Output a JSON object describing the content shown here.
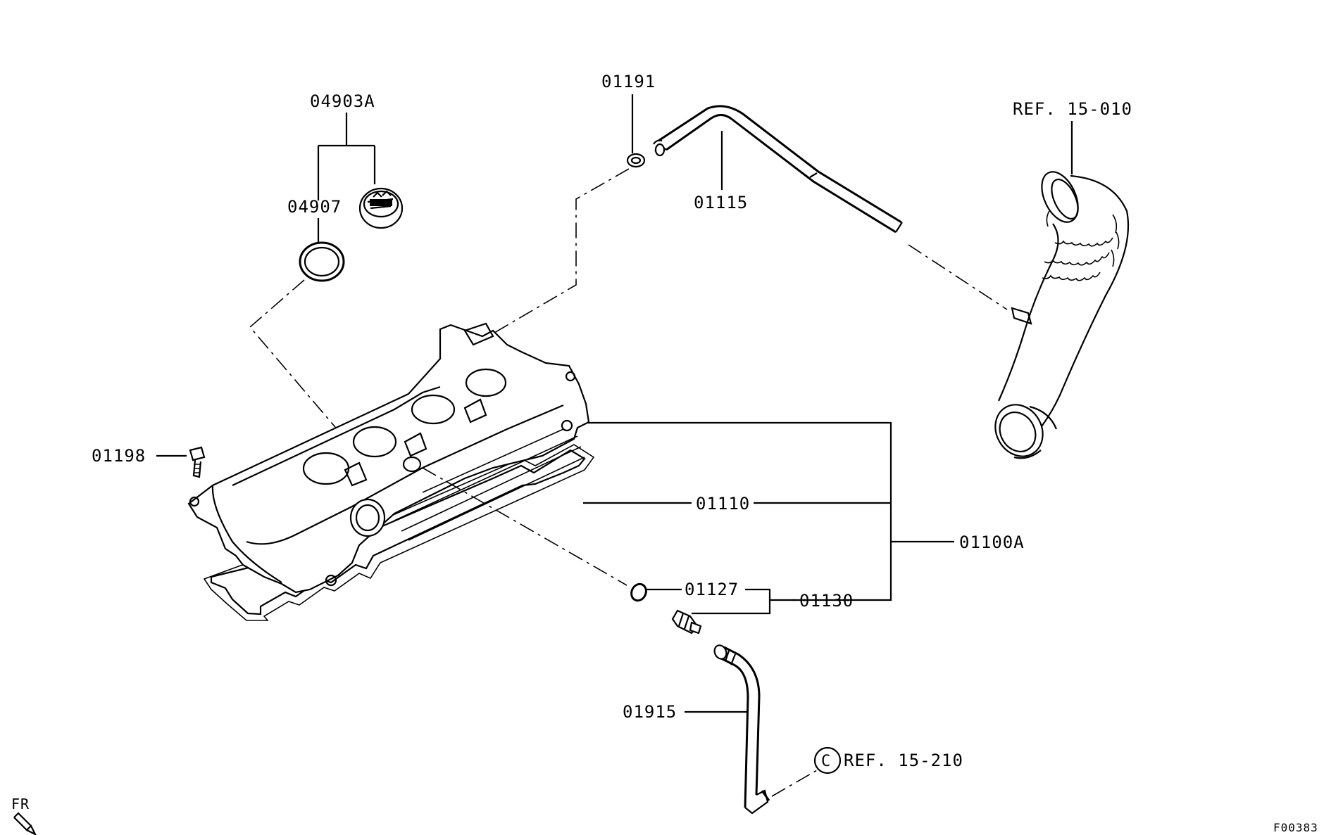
{
  "labels": {
    "p04903A": "04903A",
    "p04907": "04907",
    "p01191": "01191",
    "p01115": "01115",
    "ref15_010": "REF. 15-010",
    "p01198": "01198",
    "p01110": "01110",
    "p01100A": "01100A",
    "p01127": "01127",
    "p01130": "01130",
    "p01915": "01915",
    "ref_circle": "C",
    "ref15_210": "REF. 15-210",
    "front_indicator": "FR",
    "figure_code": "F00383"
  }
}
